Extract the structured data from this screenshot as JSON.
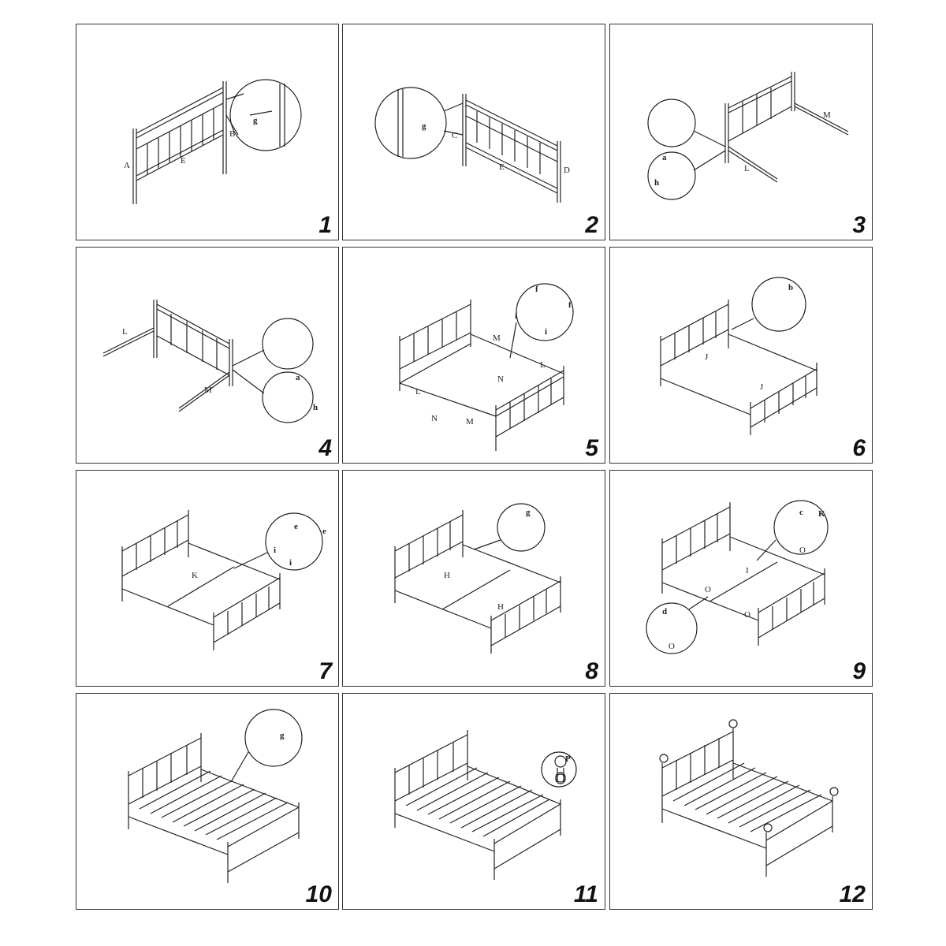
{
  "steps": [
    {
      "number": "1",
      "labels": [
        "A",
        "E",
        "B",
        "g"
      ]
    },
    {
      "number": "2",
      "labels": [
        "g",
        "C",
        "E",
        "D"
      ]
    },
    {
      "number": "3",
      "labels": [
        "M",
        "L",
        "a",
        "h"
      ]
    },
    {
      "number": "4",
      "labels": [
        "L",
        "M",
        "a",
        "h"
      ]
    },
    {
      "number": "5",
      "labels": [
        "M",
        "N",
        "L",
        "L",
        "N",
        "M",
        "f",
        "f",
        "i",
        "i"
      ]
    },
    {
      "number": "6",
      "labels": [
        "J",
        "J",
        "b"
      ]
    },
    {
      "number": "7",
      "labels": [
        "K",
        "e",
        "e",
        "i",
        "i"
      ]
    },
    {
      "number": "8",
      "labels": [
        "H",
        "H",
        "g"
      ]
    },
    {
      "number": "9",
      "labels": [
        "c",
        "K",
        "I",
        "O",
        "O",
        "O",
        "d",
        "O"
      ]
    },
    {
      "number": "10",
      "labels": [
        "g"
      ]
    },
    {
      "number": "11",
      "labels": [
        "P"
      ]
    },
    {
      "number": "12",
      "labels": []
    }
  ]
}
